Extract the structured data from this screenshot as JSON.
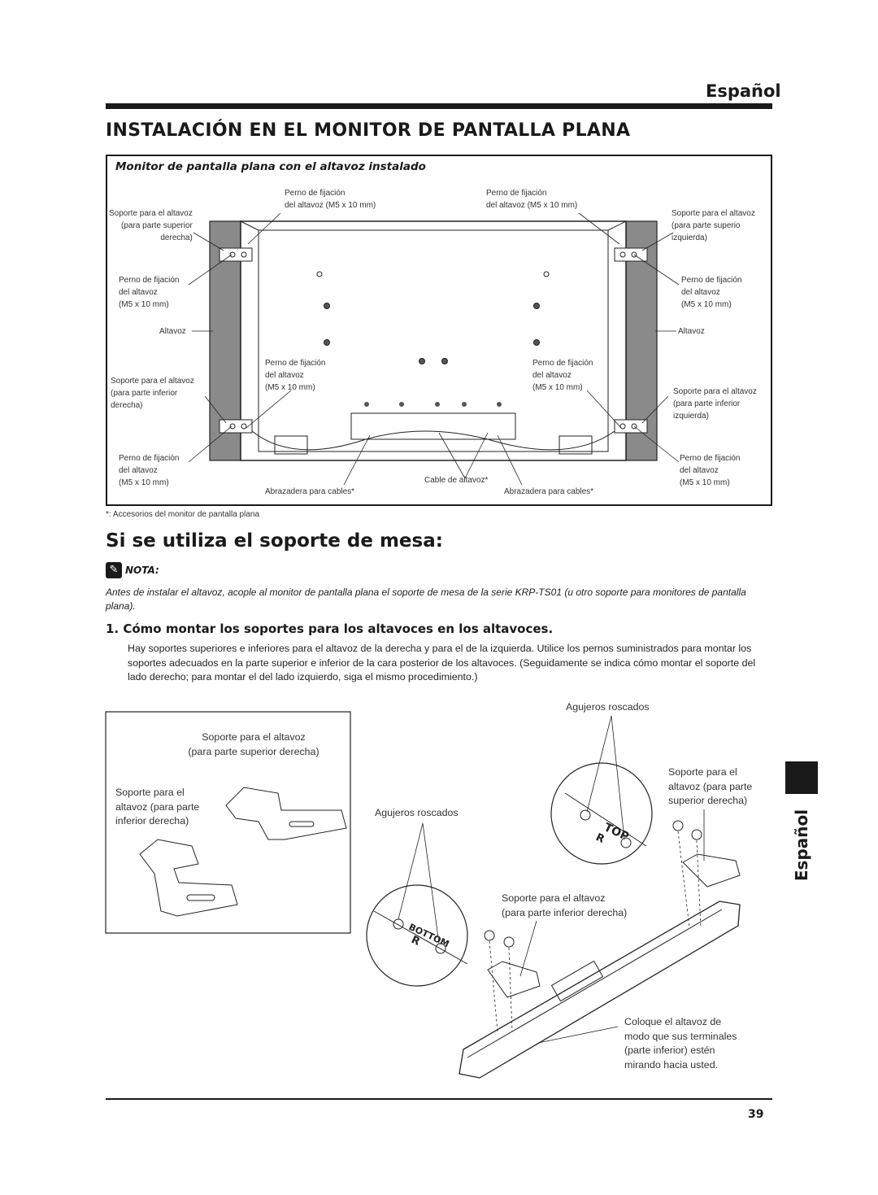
{
  "header": {
    "language": "Español"
  },
  "section1": {
    "title": "INSTALACIÓN EN EL MONITOR DE PANTALLA PLANA",
    "figure_caption": "Monitor de pantalla plana con el altavoz instalado",
    "labels": {
      "perno_top_left_1": "Perno de fijación",
      "perno_top_left_2": "del altavoz (M5 x 10 mm)",
      "perno_top_right_1": "Perno de fijación",
      "perno_top_right_2": "del altavoz (M5 x 10 mm)",
      "soporte_sup_der_1": "Soporte para el altavoz",
      "soporte_sup_der_2": "(para parte superior",
      "soporte_sup_der_3": "derecha)",
      "soporte_sup_izq_1": "Soporte para el altavoz",
      "soporte_sup_izq_2": "(para parte superio",
      "soporte_sup_izq_3": "izquierda)",
      "perno_left_mid_1": "Perno de fijación",
      "perno_left_mid_2": "del altavoz",
      "perno_left_mid_3": "(M5 x 10 mm)",
      "perno_right_mid_1": "Perno de fijación",
      "perno_right_mid_2": "del altavoz",
      "perno_right_mid_3": "(M5 x 10 mm)",
      "altavoz_left": "Altavoz",
      "altavoz_right": "Altavoz",
      "perno_center_left_1": "Perno de fijación",
      "perno_center_left_2": "del altavoz",
      "perno_center_left_3": "(M5 x 10 mm)",
      "perno_center_right_1": "Perno de fijación",
      "perno_center_right_2": "del altavoz",
      "perno_center_right_3": "(M5 x 10 mm)",
      "soporte_inf_der_1": "Soporte para el altavoz",
      "soporte_inf_der_2": "(para parte inferior",
      "soporte_inf_der_3": "derecha)",
      "soporte_inf_izq_1": "Soporte para el altavoz",
      "soporte_inf_izq_2": "(para parte inferior",
      "soporte_inf_izq_3": "izquierda)",
      "perno_bot_left_1": "Perno de fijación",
      "perno_bot_left_2": "del altavoz",
      "perno_bot_left_3": "(M5 x 10 mm)",
      "perno_bot_right_1": "Perno de fijación",
      "perno_bot_right_2": "del altavoz",
      "perno_bot_right_3": "(M5 x 10 mm)",
      "abrazadera_left": "Abrazadera para cables*",
      "cable": "Cable de altavoz*",
      "abrazadera_right": "Abrazadera para cables*"
    },
    "footnote": "*: Accesorios del monitor de pantalla plana"
  },
  "section2": {
    "title": "Si se utiliza el soporte de mesa:",
    "note_label": "NOTA:",
    "note_text": "Antes de instalar el altavoz, acople al monitor de pantalla plana el soporte de mesa de la serie KRP-TS01 (u otro soporte para monitores de pantalla plana).",
    "step_title": "1. Cómo montar los soportes para los altavoces en los altavoces.",
    "step_body": "Hay soportes superiores e inferiores para el altavoz de la derecha y para el de la izquierda. Utilice los pernos suministrados para montar los soportes adecuados en la parte superior e inferior de la cara posterior de los altavoces. (Seguidamente se indica cómo montar el soporte del lado derecho; para montar el del lado izquierdo, siga el mismo procedimiento.)",
    "figure2": {
      "box_top_label_1": "Soporte para el altavoz",
      "box_top_label_2": "(para parte superior derecha)",
      "box_left_label_1": "Soporte para el",
      "box_left_label_2": "altavoz (para parte",
      "box_left_label_3": "inferior derecha)",
      "agujeros_top": "Agujeros roscados",
      "agujeros_mid": "Agujeros roscados",
      "soporte_sup_1": "Soporte para el",
      "soporte_sup_2": "altavoz (para parte",
      "soporte_sup_3": "superior derecha)",
      "soporte_inf_1": "Soporte para el altavoz",
      "soporte_inf_2": "(para parte inferior derecha)",
      "coloque_1": "Coloque el altavoz de",
      "coloque_2": "modo que sus terminales",
      "coloque_3": "(parte inferior) estén",
      "coloque_4": "mirando hacia usted.",
      "mark_top": "TOP",
      "mark_bottom": "BOTTOM",
      "mark_r": "R"
    }
  },
  "side_tab": {
    "label": "Español"
  },
  "footer": {
    "page_number": "39"
  }
}
